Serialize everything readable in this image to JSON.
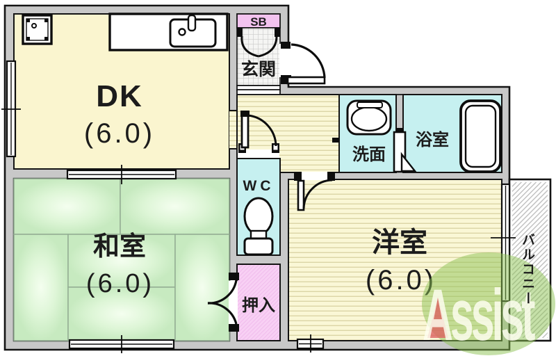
{
  "rooms": {
    "dk": {
      "label": "DK",
      "size": "(6.0)"
    },
    "washitsu": {
      "label": "和室",
      "size": "(6.0)"
    },
    "yoshitsu": {
      "label": "洋室",
      "size": "(6.0)"
    },
    "genkan": {
      "label": "玄関"
    },
    "shoe_box": {
      "label": "SB"
    },
    "senmen": {
      "label": "洗面"
    },
    "yokushitsu": {
      "label": "浴室"
    },
    "wc": {
      "label": "WC"
    },
    "oshiire": {
      "label": "押入"
    },
    "balcony": {
      "label": "バルコニー"
    }
  },
  "watermark": {
    "text": "Assist"
  },
  "icons": {
    "stove": "stove-icon",
    "kitchen_sink": "kitchen-sink-icon",
    "washbasin": "washbasin-icon",
    "bathtub": "bathtub-icon",
    "toilet": "toilet-icon"
  },
  "colors": {
    "wall_gray": "#c8c8c8",
    "outline_black": "#141414",
    "floor_yellow": "#faf5d2",
    "tatami_green": "#dcf4d5",
    "water_cyan": "#c6f0f0",
    "closet_pink": "#f8cef4",
    "shoebox_pink": "#f3c3ef",
    "logo_green": "#8cc152",
    "logo_red": "#dd5f5f"
  }
}
